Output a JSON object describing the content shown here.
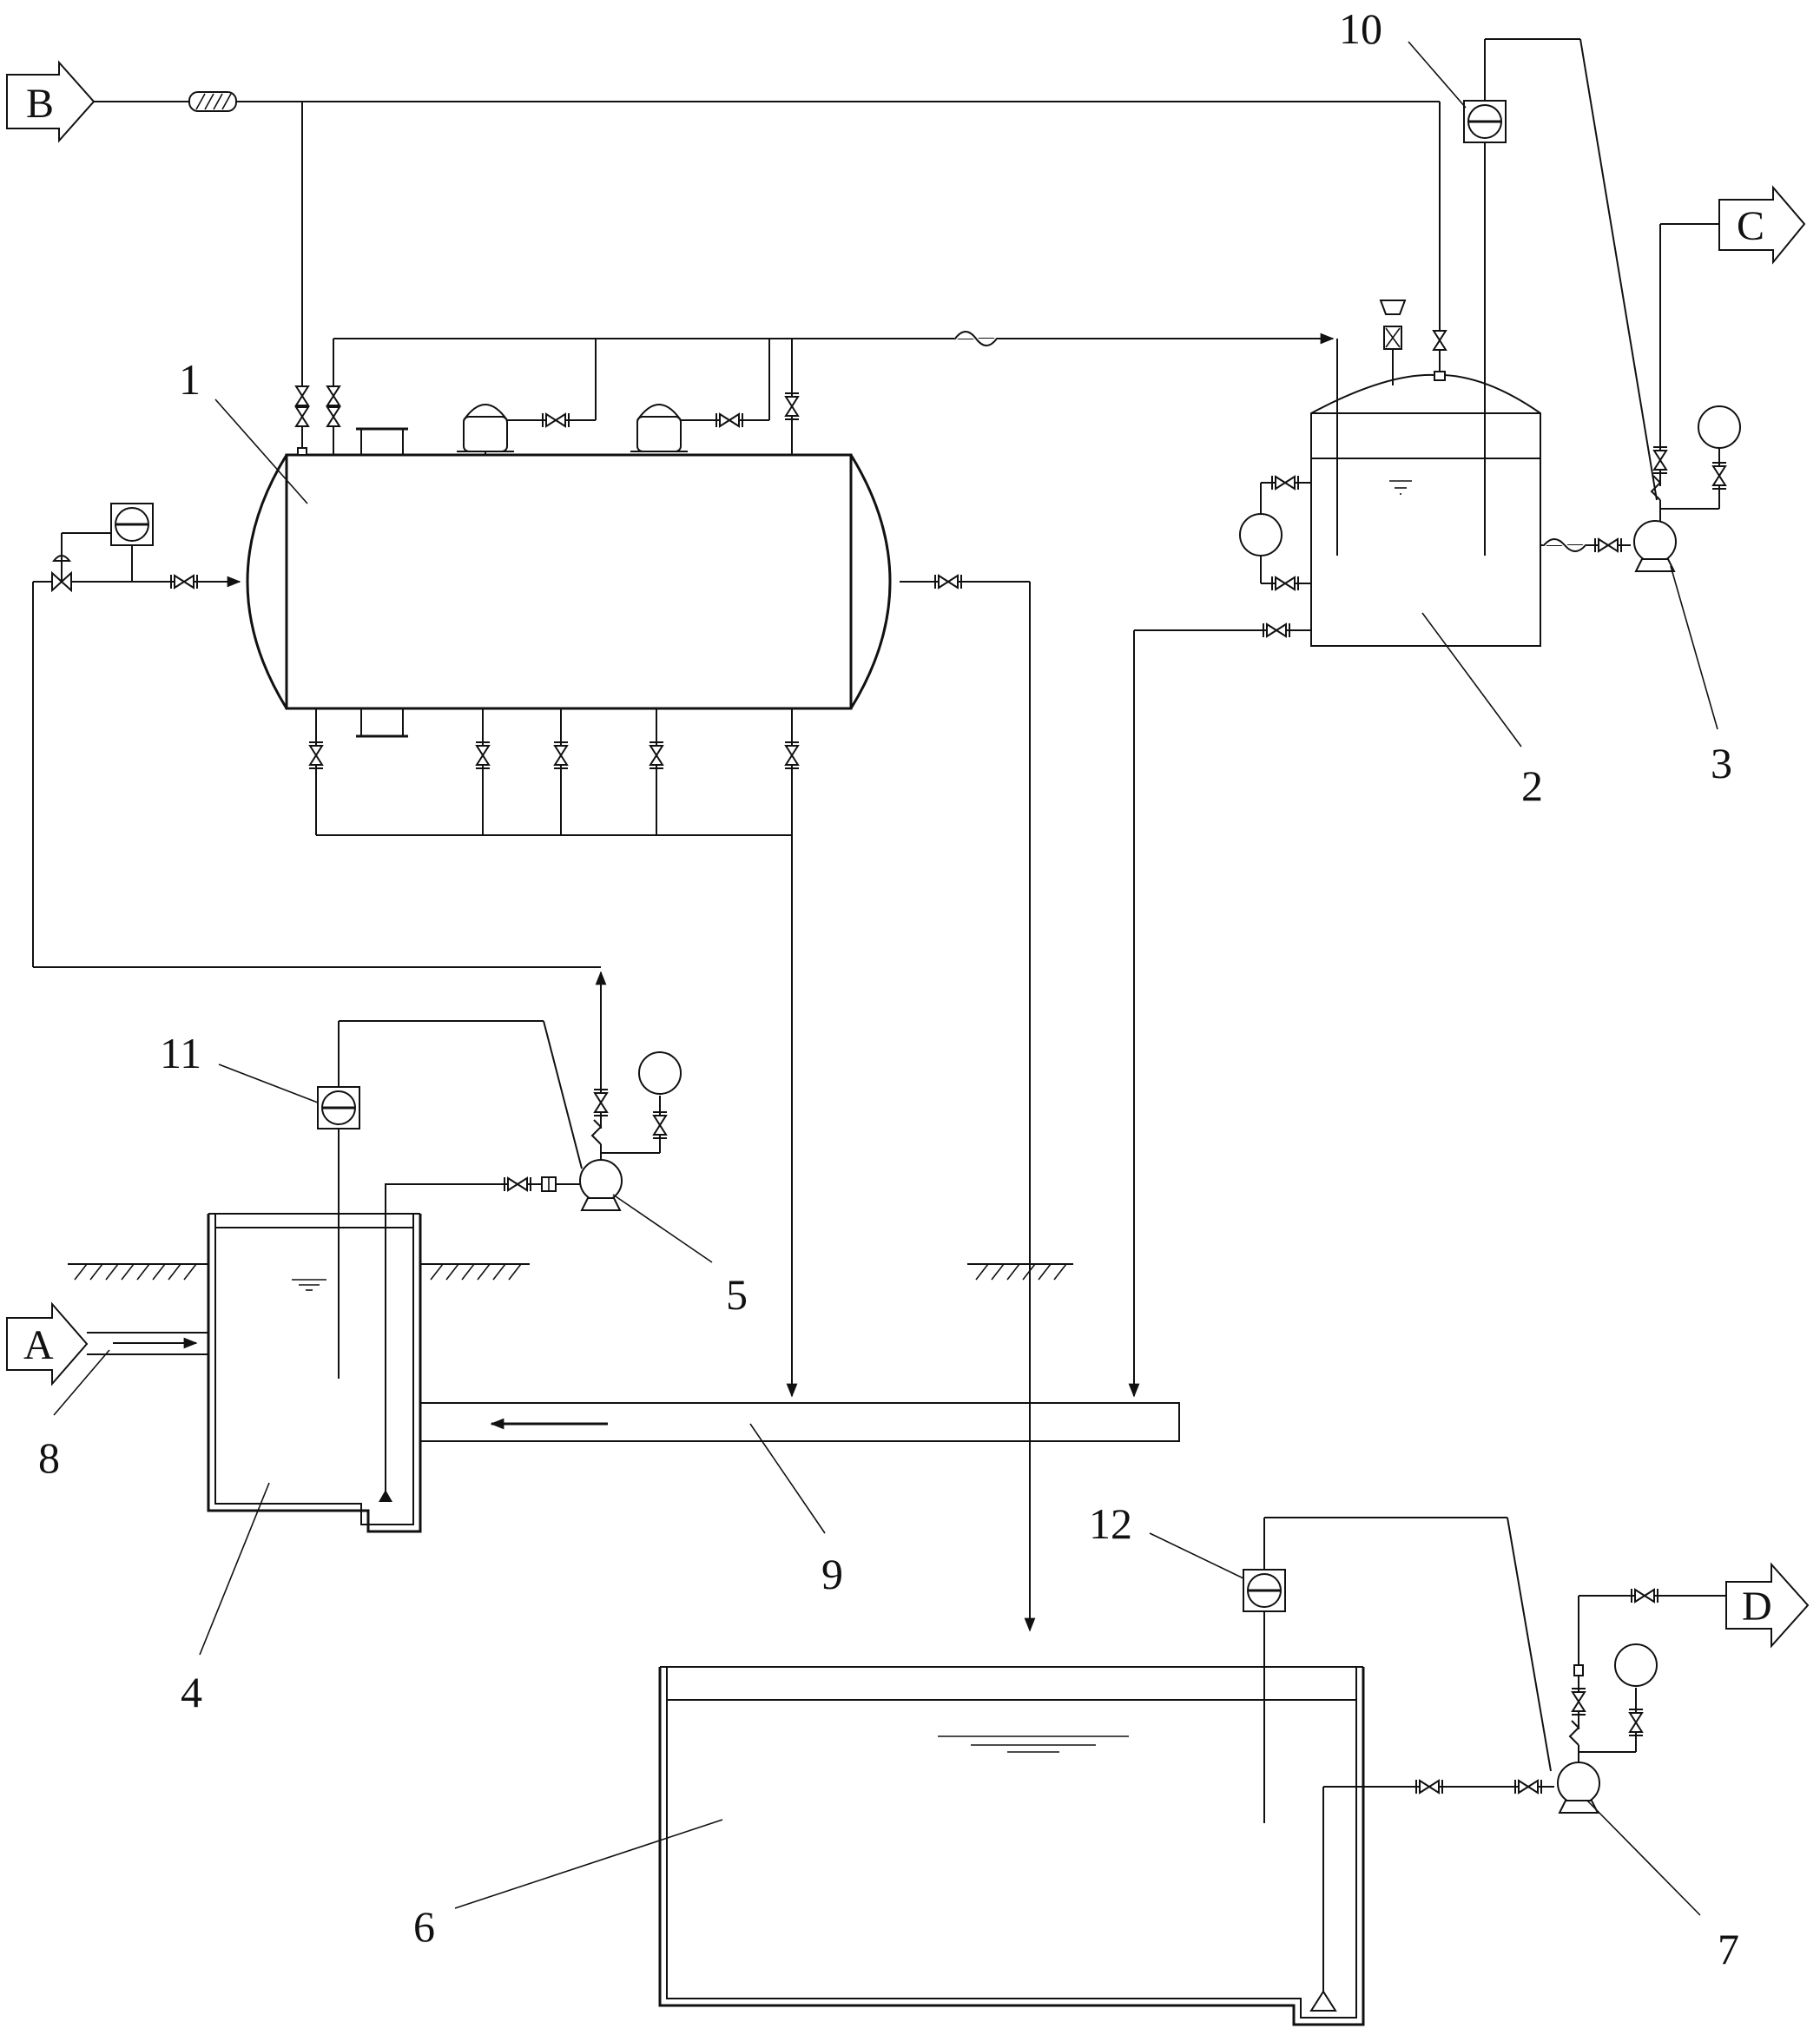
{
  "terminals": {
    "a": "A",
    "b": "B",
    "c": "C",
    "d": "D"
  },
  "labels": {
    "n1": "1",
    "n2": "2",
    "n3": "3",
    "n4": "4",
    "n5": "5",
    "n6": "6",
    "n7": "7",
    "n8": "8",
    "n9": "9",
    "n10": "10",
    "n11": "11",
    "n12": "12"
  },
  "icons": {
    "valve": "bowtie-valve-icon",
    "pump": "centrifugal-pump-icon",
    "gauge": "pressure-gauge-icon",
    "level_switch": "level-switch-icon",
    "terminal": "arrow-terminal-icon"
  },
  "colors": {
    "ink": "#111111",
    "paper": "#ffffff"
  }
}
